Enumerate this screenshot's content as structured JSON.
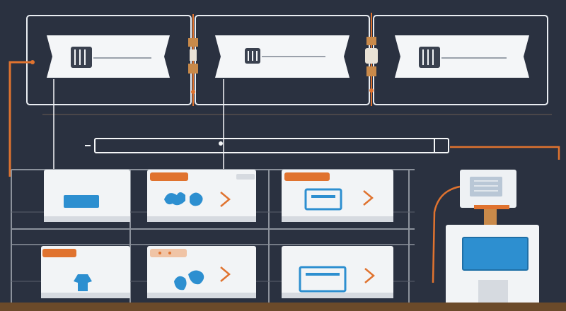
{
  "palette": {
    "background": "#2a3140",
    "panel_outline": "#e9edf2",
    "label_white": "#f4f6f8",
    "cable_orange": "#e0732f",
    "accent_blue": "#2d8fd0",
    "bin_white": "#f2f4f6",
    "shelf_gray": "#8c929c",
    "floor_brown": "#6b4a2a"
  },
  "top_panels": [
    {
      "icon": "circuit-chip-icon"
    },
    {
      "icon": "circuit-chip-icon"
    },
    {
      "icon": "circuit-chip-icon"
    }
  ],
  "connectors": [
    {
      "icon": "cable-connector-icon"
    },
    {
      "icon": "cable-connector-icon"
    }
  ],
  "rail": {
    "icon": "horizontal-rail"
  },
  "bins": [
    {
      "row": 1,
      "col": 1,
      "label_color": "#2d8fd0",
      "tag": "none",
      "icon": "blue-label-icon"
    },
    {
      "row": 1,
      "col": 2,
      "label_color": "#2d8fd0",
      "tag": "orange",
      "icon": "blue-blob-icon"
    },
    {
      "row": 1,
      "col": 3,
      "label_color": "#2d8fd0",
      "tag": "orange",
      "icon": "blue-frame-icon"
    },
    {
      "row": 2,
      "col": 1,
      "label_color": "#2d8fd0",
      "tag": "orange",
      "icon": "blue-shirt-icon"
    },
    {
      "row": 2,
      "col": 2,
      "label_color": "#2d8fd0",
      "tag": "orange",
      "icon": "blue-blob-icon"
    },
    {
      "row": 2,
      "col": 3,
      "label_color": "#2d8fd0",
      "tag": "none",
      "icon": "blue-frame-icon"
    }
  ],
  "terminal": {
    "icon": "kiosk-terminal-icon",
    "screen_color": "#2d8fd0"
  }
}
